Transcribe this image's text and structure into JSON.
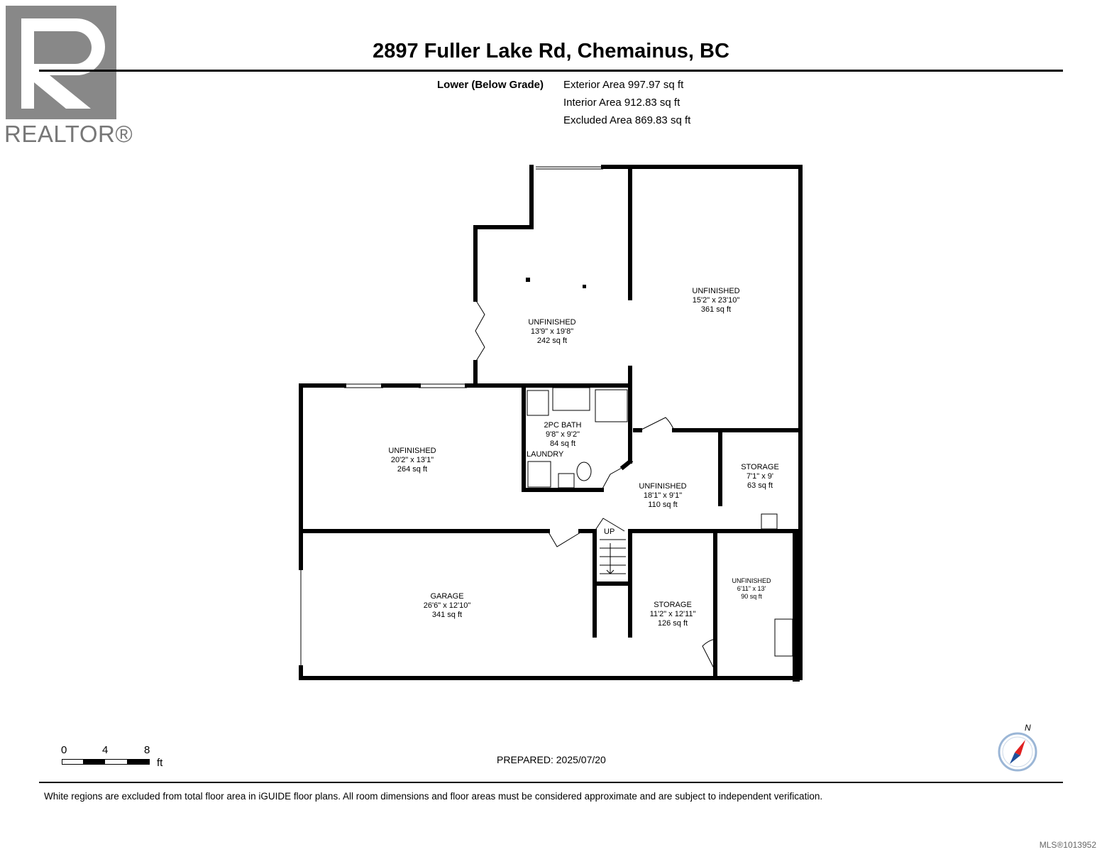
{
  "header": {
    "title": "2897 Fuller Lake Rd, Chemainus, BC",
    "level": "Lower (Below Grade)",
    "exterior_area": "Exterior Area 997.97 sq ft",
    "interior_area": "Interior Area 912.83 sq ft",
    "excluded_area": "Excluded Area 869.83 sq ft"
  },
  "logo": {
    "text": "REALTOR®",
    "icon": "realtor-r-logo"
  },
  "rooms": [
    {
      "name": "UNFINISHED",
      "dims": "13'9\" x 19'8\"",
      "area": "242 sq ft"
    },
    {
      "name": "UNFINISHED",
      "dims": "15'2\" x 23'10\"",
      "area": "361 sq ft"
    },
    {
      "name": "UNFINISHED",
      "dims": "20'2\" x 13'1\"",
      "area": "264 sq ft"
    },
    {
      "name": "2PC BATH",
      "dims": "9'8\" x 9'2\"",
      "area": "84 sq ft"
    },
    {
      "name": "UNFINISHED",
      "dims": "18'1\" x 9'1\"",
      "area": "110 sq ft"
    },
    {
      "name": "STORAGE",
      "dims": "7'1\" x 9'",
      "area": "63 sq ft"
    },
    {
      "name": "GARAGE",
      "dims": "26'6\" x 12'10\"",
      "area": "341 sq ft"
    },
    {
      "name": "STORAGE",
      "dims": "11'2\" x 12'11\"",
      "area": "126 sq ft"
    },
    {
      "name": "UNFINISHED",
      "dims": "6'11\" x 13'",
      "area": "90 sq ft"
    }
  ],
  "labels": {
    "laundry": "LAUNDRY",
    "stairs": "UP"
  },
  "scale": {
    "ticks": [
      "0",
      "4",
      "8"
    ],
    "unit": "ft"
  },
  "compass": {
    "label": "N"
  },
  "footer": {
    "prepared": "PREPARED: 2025/07/20",
    "disclaimer": "White regions are excluded from total floor area in iGUIDE floor plans. All room dimensions and floor areas must be considered approximate and are subject to independent verification.",
    "mls": "MLS®1013952"
  }
}
